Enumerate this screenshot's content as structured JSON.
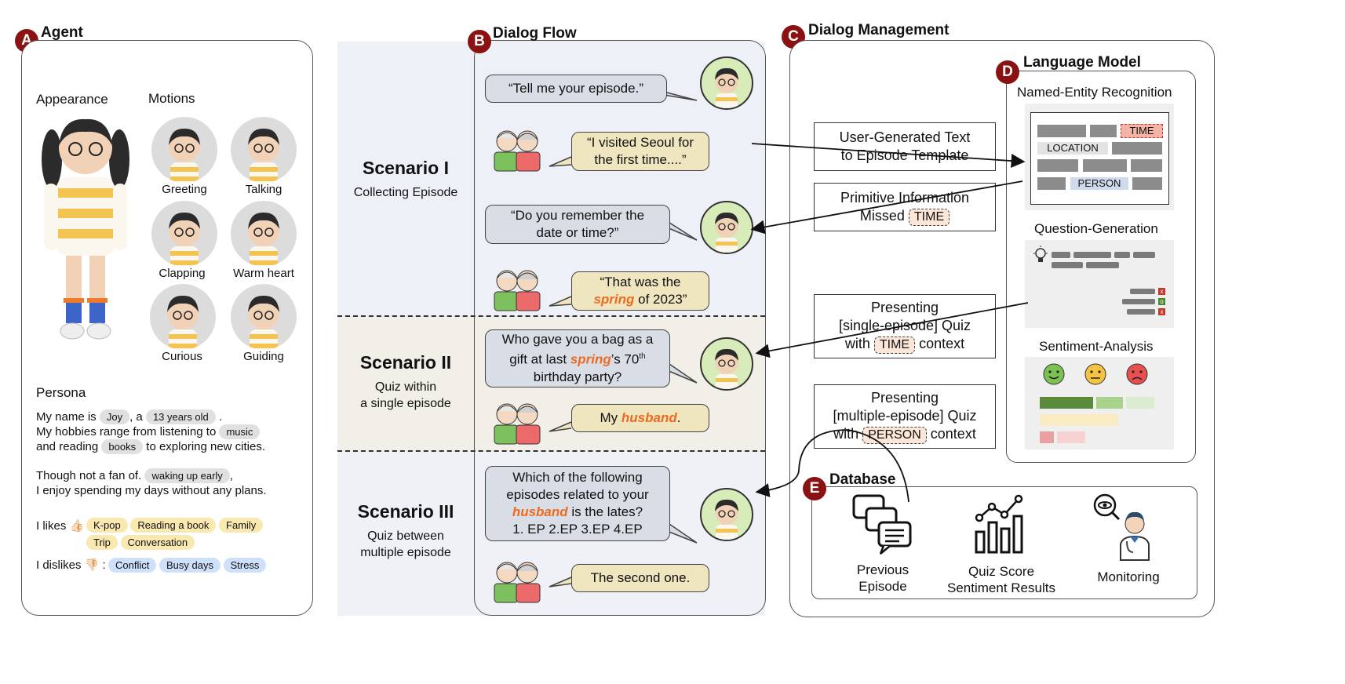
{
  "agent": {
    "badge": "A",
    "title": "Agent",
    "appearance_label": "Appearance",
    "motions_label": "Motions",
    "motions": [
      "Greeting",
      "Talking",
      "Clapping",
      "Warm heart",
      "Curious",
      "Guiding"
    ],
    "persona_label": "Persona",
    "persona": {
      "l1a": "My name is",
      "name": "Joy",
      "l1b": ", a",
      "age": "13 years old",
      "l1c": ".",
      "l2a": "My hobbies range from listening to",
      "hobby1": "music",
      "l3a": "and reading",
      "hobby2": "books",
      "l3b": "to exploring new cities.",
      "l4a": "Though not a fan of.",
      "dislike_habit": "waking up early",
      "l4b": ",",
      "l5": "I enjoy spending my days without any plans.",
      "likes_label": "I likes 👍🏻 :",
      "likes": [
        "K-pop",
        "Reading a book",
        "Family",
        "Trip",
        "Conversation"
      ],
      "dislikes_label": "I dislikes 👎🏻 :",
      "dislikes": [
        "Conflict",
        "Busy days",
        "Stress"
      ]
    }
  },
  "dialog_flow": {
    "badge": "B",
    "title": "Dialog Flow",
    "scenarios": [
      {
        "title": "Scenario I",
        "subtitle": "Collecting Episode"
      },
      {
        "title": "Scenario II",
        "subtitle_l1": "Quiz within",
        "subtitle_l2": "a single episode"
      },
      {
        "title": "Scenario III",
        "subtitle_l1": "Quiz between",
        "subtitle_l2": "multiple episode"
      }
    ],
    "bubbles": {
      "b1": "“Tell me your episode.”",
      "b2_l1": "“I visited Seoul for",
      "b2_l2": "the first time....”",
      "b3_l1": "“Do you remember the",
      "b3_l2": "date or time?”",
      "b4_l1": "“That was the",
      "b4_hl": "spring",
      "b4_l2b": "of 2023”",
      "b5_l1": "Who gave you a bag as a",
      "b5_l2a": "gift at last",
      "b5_hl": "spring",
      "b5_l2b": "’s 70",
      "b5_sup": "th",
      "b5_l3": "birthday party?",
      "b6_a": "My",
      "b6_hl": "husband",
      "b6_b": ".",
      "b7_l1": "Which of the following",
      "b7_l2": "episodes related to your",
      "b7_hl": "husband",
      "b7_l3b": "is the lates?",
      "b7_l4": "1. EP 2.EP 3.EP 4.EP",
      "b8": "The second one."
    }
  },
  "dialog_management": {
    "badge": "C",
    "title": "Dialog Management",
    "box1_l1": "User-Generated Text",
    "box1_l2": "to Episode Template",
    "box2_l1": "Primitive Information",
    "box2_l2": "Missed",
    "box2_chip": "TIME",
    "box3_l1": "Presenting",
    "box3_l2": "[single-episode] Quiz",
    "box3_l3a": "with",
    "box3_chip": "TIME",
    "box3_l3b": "context",
    "box4_l1": "Presenting",
    "box4_l2": "[multiple-episode] Quiz",
    "box4_l3a": "with",
    "box4_chip": "PERSON",
    "box4_l3b": "context"
  },
  "language_model": {
    "badge": "D",
    "title": "Language Model",
    "ner_label": "Named-Entity Recognition",
    "ner_time": "TIME",
    "ner_location": "LOCATION",
    "ner_person": "PERSON",
    "qg_label": "Question-Generation",
    "qg_marks": [
      "x",
      "o",
      "x"
    ],
    "sa_label": "Sentiment-Analysis"
  },
  "database": {
    "badge": "E",
    "title": "Database",
    "item1_l1": "Previous",
    "item1_l2": "Episode",
    "item2_l1": "Quiz Score",
    "item2_l2": "Sentiment Results",
    "item3": "Monitoring"
  }
}
